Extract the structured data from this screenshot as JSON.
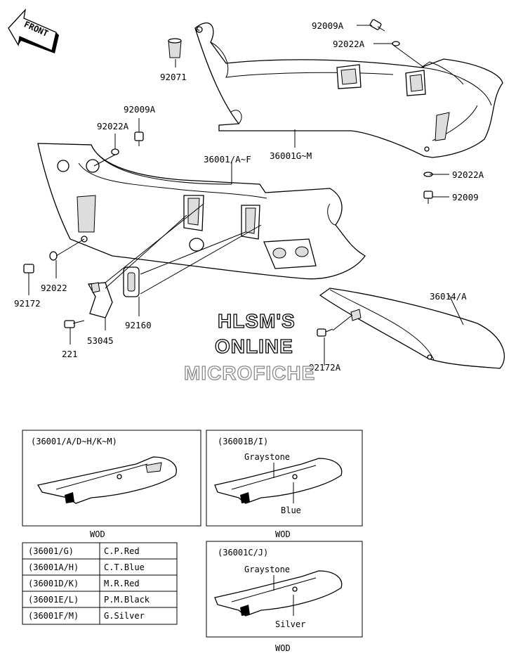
{
  "front_label": "FRONT",
  "callouts": {
    "p92009A_top": "92009A",
    "p92022A_top": "92022A",
    "p92071": "92071",
    "p92009A_left": "92009A",
    "p92022A_left": "92022A",
    "p36001_AF": "36001/A~F",
    "p36001_GM": "36001G~M",
    "p92022A_right": "92022A",
    "p92009": "92009",
    "p36014A": "36014/A",
    "p92172A": "92172A",
    "p92022": "92022",
    "p92172": "92172",
    "p92160": "92160",
    "p53045": "53045",
    "p221": "221"
  },
  "watermark": [
    "HLSM'S",
    "ONLINE",
    "MICROFICHE"
  ],
  "insets": {
    "box1": {
      "title": "(36001/A/D~H/K~M)",
      "caption": "WOD"
    },
    "box2": {
      "title": "(36001B/I)",
      "label_top": "Graystone",
      "label_bottom": "Blue",
      "caption": "WOD"
    },
    "box3": {
      "title": "(36001C/J)",
      "label_top": "Graystone",
      "label_bottom": "Silver",
      "caption": "WOD"
    }
  },
  "color_table": [
    {
      "code": "(36001/G)",
      "color": "C.P.Red"
    },
    {
      "code": "(36001A/H)",
      "color": "C.T.Blue"
    },
    {
      "code": "(36001D/K)",
      "color": "M.R.Red"
    },
    {
      "code": "(36001E/L)",
      "color": "P.M.Black"
    },
    {
      "code": "(36001F/M)",
      "color": "G.Silver"
    }
  ]
}
